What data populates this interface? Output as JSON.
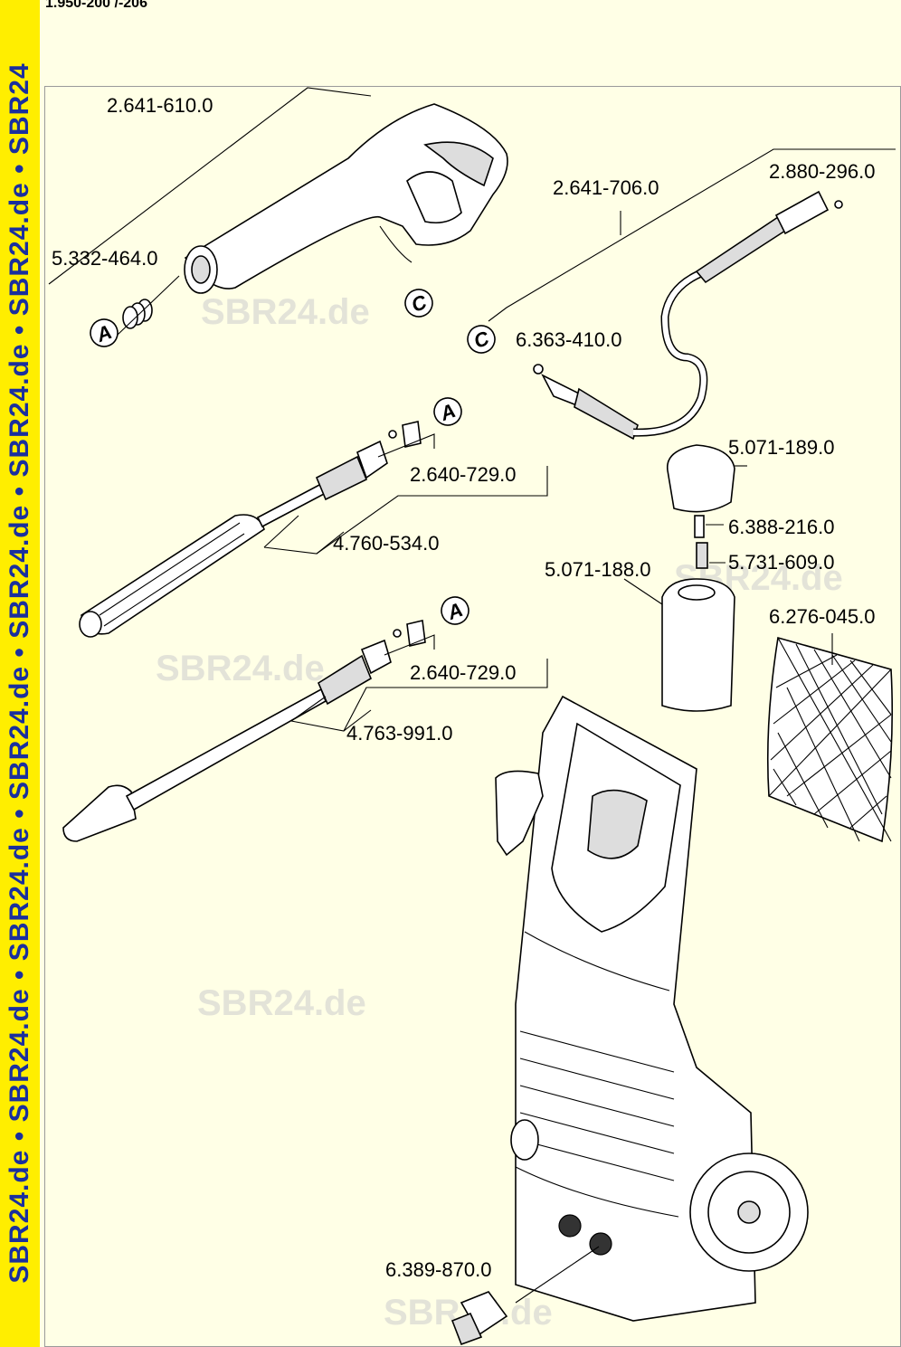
{
  "header": {
    "doc_id": "1.950-200 /-206"
  },
  "side_banner": {
    "text": "SBR24.de • SBR24.de • SBR24.de • SBR24.de • SBR24.de • SBR24.de • SBR24.de • SBR24"
  },
  "watermark": {
    "text": "SBR24.de"
  },
  "parts": {
    "trigger_gun": "2.641-610.0",
    "gun_oring": "5.332-464.0",
    "hose": "2.641-706.0",
    "hose_oring": "2.880-296.0",
    "hose_seal": "6.363-410.0",
    "adapter_1": "2.640-729.0",
    "vario_lance": "4.760-534.0",
    "adapter_2": "2.640-729.0",
    "rotor_lance": "4.763-991.0",
    "cap": "5.071-189.0",
    "tube": "6.388-216.0",
    "valve": "5.731-609.0",
    "detergent_tank": "5.071-188.0",
    "filter_net": "6.276-045.0",
    "coupling": "6.389-870.0"
  },
  "markers": {
    "a": "A",
    "c": "C"
  }
}
